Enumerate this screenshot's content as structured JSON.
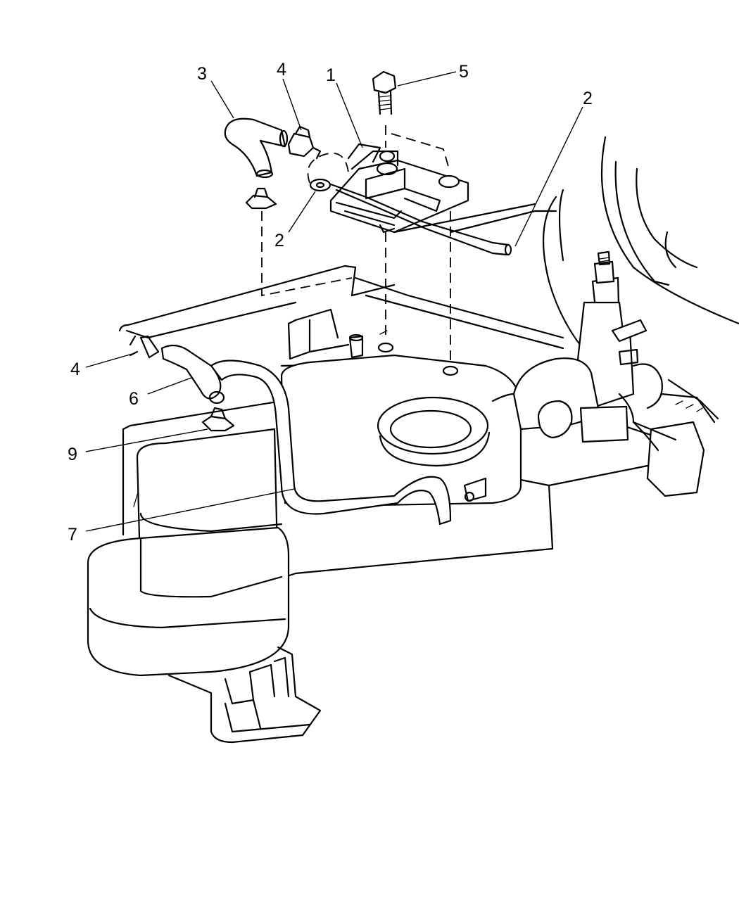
{
  "callouts": [
    {
      "id": "c1",
      "label": "1"
    },
    {
      "id": "c2a",
      "label": "2"
    },
    {
      "id": "c2b",
      "label": "2"
    },
    {
      "id": "c3",
      "label": "3"
    },
    {
      "id": "c4a",
      "label": "4"
    },
    {
      "id": "c4b",
      "label": "4"
    },
    {
      "id": "c5",
      "label": "5"
    },
    {
      "id": "c6",
      "label": "6"
    },
    {
      "id": "c7",
      "label": "7"
    },
    {
      "id": "c9",
      "label": "9"
    }
  ]
}
